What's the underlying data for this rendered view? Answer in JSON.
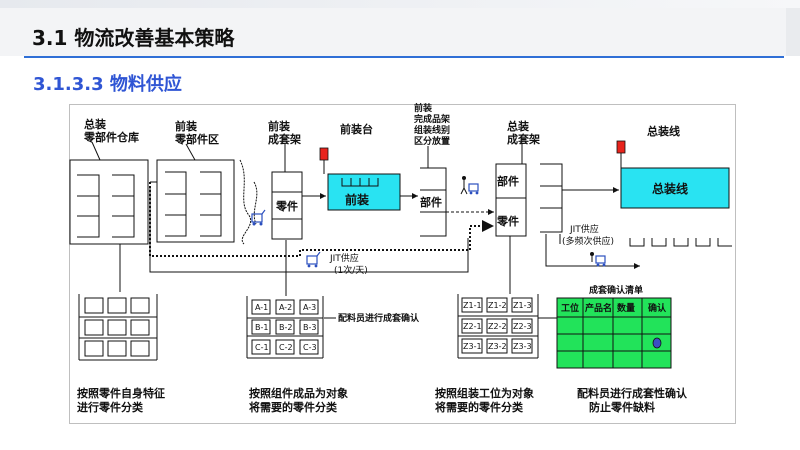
{
  "page": {
    "title": "3.1 物流改善基本策略",
    "section": "3.1.3.3 物料供应"
  },
  "colors": {
    "accent": "#2f6fd6",
    "section": "#2f55d4",
    "cyan": "#29e3f2",
    "green": "#22e35a",
    "red": "#e8231c"
  },
  "labels": {
    "main_warehouse": [
      "总装",
      "零部件仓库"
    ],
    "front_parts_area": [
      "前装",
      "零部件区"
    ],
    "front_kit_rack": [
      "前装",
      "成套架"
    ],
    "front_station": "前装台",
    "front_station_box": "前装",
    "front_finished_rack": [
      "前装",
      "完成品架",
      "组装线别",
      "区分放置"
    ],
    "assembly_kit_rack": [
      "总装",
      "成套架"
    ],
    "assembly_line_top": "总装线",
    "assembly_line_box": "总装线",
    "parts_tag_1": "零件",
    "parts_tag_2": "部件",
    "parts_tag_3": "部件",
    "parts_tag_4": "零件",
    "jit_1": [
      "JIT供应",
      "(1次/天)"
    ],
    "jit_2": [
      "JIT供应",
      "(多频次供应)"
    ],
    "kitting_note": "配料员进行成套确认",
    "checklist_title": "成套确认清单",
    "checklist_headers": [
      "工位",
      "产品名",
      "数量",
      "确认"
    ],
    "caption_1": [
      "按照零件自身特征",
      "进行零件分类"
    ],
    "caption_2": [
      "按照组件成品为对象",
      "将需要的零件分类"
    ],
    "caption_3": [
      "按照组装工位为对象",
      "将需要的零件分类"
    ],
    "caption_4": [
      "配料员进行成套性确认",
      "防止零件缺料"
    ]
  },
  "rack_bins": {
    "rack_b": [
      [
        "A-1",
        "A-2",
        "A-3"
      ],
      [
        "B-1",
        "B-2",
        "B-3"
      ],
      [
        "C-1",
        "C-2",
        "C-3"
      ]
    ],
    "rack_c": [
      [
        "Z1-1",
        "Z1-2",
        "Z1-3"
      ],
      [
        "Z2-1",
        "Z2-2",
        "Z2-3"
      ],
      [
        "Z3-1",
        "Z3-2",
        "Z3-3"
      ]
    ]
  }
}
